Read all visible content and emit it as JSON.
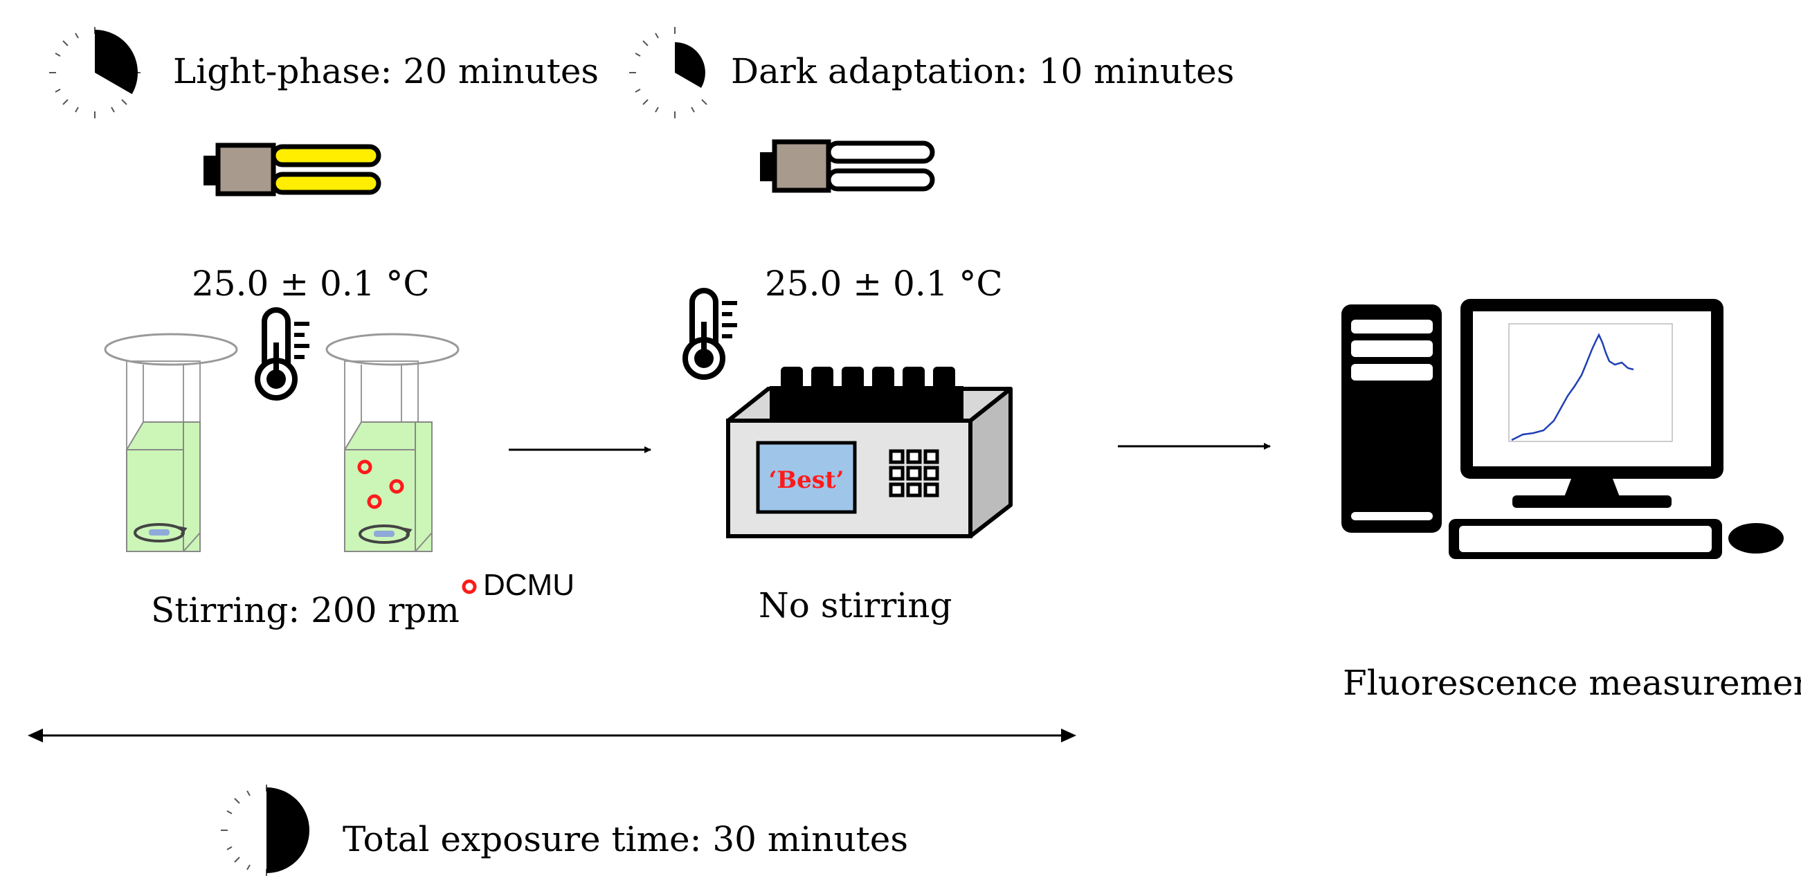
{
  "phases": {
    "light": {
      "label": "Light-phase: 20 minutes"
    },
    "dark": {
      "label": "Dark adaptation: 10 minutes"
    },
    "total": {
      "label": "Total exposure time: 30 minutes"
    }
  },
  "temperature": {
    "light_label": "25.0 ± 0.1 °C",
    "dark_label": "25.0 ± 0.1 °C"
  },
  "stirring": {
    "light_label": "Stirring: 200 rpm",
    "dark_label": "No stirring"
  },
  "legend": {
    "dcmu_label": "DCMU"
  },
  "device": {
    "screen_text": "‘Best’"
  },
  "computer": {
    "label": "Fluorescence measurements"
  },
  "colors": {
    "lamp_on": "#ffee00",
    "lamp_socket": "#a89a8c",
    "solution": "#ccf5b8",
    "device_body": "#e4e4e4",
    "device_screen": "#9fc5e8",
    "screen_text": "#ff1a1a",
    "dcmu_marker": "#ff1a1a",
    "spectrum_line": "#1f3fb5"
  },
  "icons": [
    "clock-icon",
    "lamp-icon",
    "thermometer-icon",
    "cuvette-icon",
    "stir-bar-icon",
    "incubator-device-icon",
    "computer-icon"
  ]
}
